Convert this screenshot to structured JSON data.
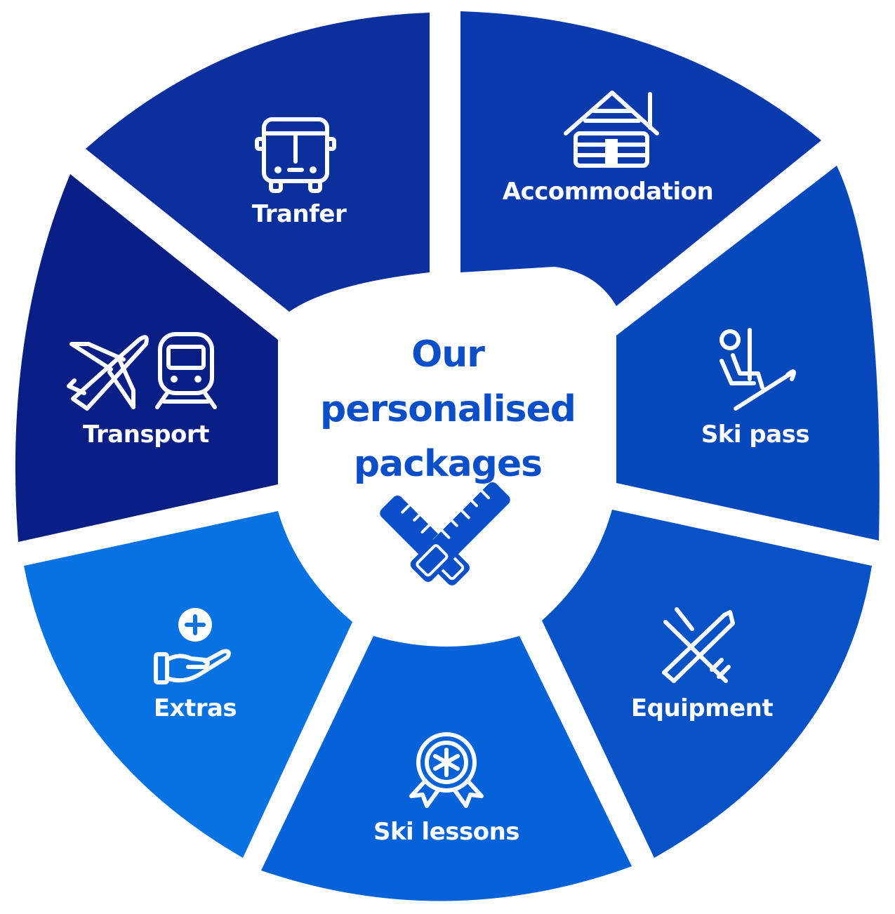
{
  "center": {
    "title_lines": [
      "Our",
      "personalised",
      "packages"
    ],
    "icon": "crossed-rulers-icon"
  },
  "segments": [
    {
      "key": "tranfer",
      "label": "Tranfer",
      "icon": "bus-icon"
    },
    {
      "key": "accommodation",
      "label": "Accommodation",
      "icon": "chalet-icon"
    },
    {
      "key": "ski-pass",
      "label": "Ski pass",
      "icon": "chairlift-icon"
    },
    {
      "key": "equipment",
      "label": "Equipment",
      "icon": "skis-icon"
    },
    {
      "key": "ski-lessons",
      "label": "Ski lessons",
      "icon": "snowflake-medal-icon"
    },
    {
      "key": "extras",
      "label": "Extras",
      "icon": "hand-plus-icon"
    },
    {
      "key": "transport",
      "label": "Transport",
      "icon": "plane-train-icon"
    }
  ],
  "colors": {
    "background": "#ffffff",
    "center_text": "#0a4fc9",
    "tranfer": "#0b2f9c",
    "accommodation": "#0a3aae",
    "ski_pass": "#0748bd",
    "equipment": "#0752c6",
    "ski_lessons": "#0562d8",
    "extras": "#0872e3",
    "transport": "#0a1f86"
  }
}
